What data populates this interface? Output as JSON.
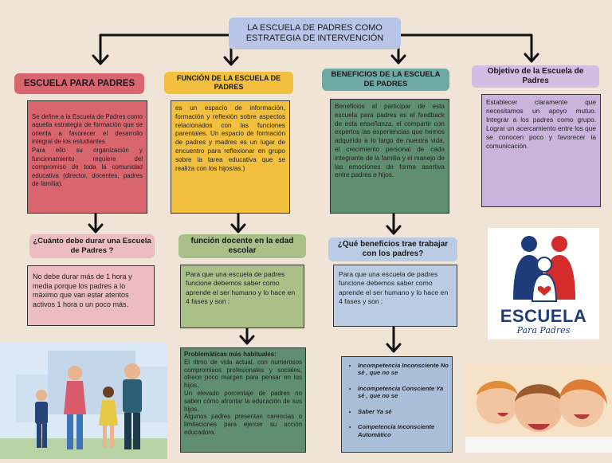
{
  "title": "LA ESCUELA DE PADRES COMO ESTRATEGIA DE INTERVENCIÓN",
  "columns": [
    {
      "header": "ESCUELA PARA PADRES",
      "body": "Se define a la Escuela de Padres como aquella estrategia de formación que se orienta a favorecer el desarrollo integral de los estudiantes.\nPara ello su organización y funcionamiento requiere del compromiso de toda la comunidad educativa (director, docentes, padres de familia).",
      "question": "¿Cuánto debe durar una Escuela de Padres ?",
      "answer": "No debe durar más de 1 hora y media porque los padres a lo máximo que van estar atentos activos 1 hora o un poco más."
    },
    {
      "header": "FUNCIÓN DE LA ESCUELA DE PADRES",
      "body": "es un espacio de información, formación y reflexión sobre aspectos relacionados con las funciones parentales. Un espacio de formación de padres y madres es un lugar de encuentro para reflexionar en grupo sobre la tarea educativa que se realiza con los hijos/as.)",
      "question": "función docente en la edad escolar",
      "answer": "Para que una escuela de padres funcione debemos saber como aprende el ser humano y lo hace en 4 fases y son :",
      "detail_title": "Problemáticas más habituales:",
      "detail": "El ritmo de vida actual, con numerosos compromisos profesionales y sociales, ofrece poco margen para pensar en los hijos.\nUn elevado porcentaje de padres no saben cómo afrontar la educación de sus hijos.\nAlgunos padres presentan carencias o limitaciones para ejercer su acción educadora."
    },
    {
      "header": "BENEFICIOS DE LA ESCUELA DE PADRES",
      "body": "Beneficios al participar de esta escuela para padres es el feedback de esta enseñanza, el compartir con expertos las experiencias que hemos adquirido a lo largo de nuestra vida, el crecimiento personal de cada integrante de la familia y el manejo de las emociones de forma asertiva entre padres e hijos.",
      "question": "¿Qué beneficios trae trabajar con los padres?",
      "answer": "Para que una escuela de padres funcione debemos saber como aprende el ser humano y lo hace en 4 fases y son :",
      "phases": [
        "Incompetencia Inconsciente No sé , que no se",
        "Incompetencia Consciente Ya sé , que no se",
        "Saber Ya sé",
        "Competencia Inconsciente Automático"
      ]
    },
    {
      "header": "Objetivo de la Escuela de Padres",
      "body": "Establecer claramente que necesitamos un apoyo mutuo. Integrar a los padres como grupo. Lograr un acercamiento entre los que se conocen poco y favorecer la comunicación."
    }
  ],
  "logo": {
    "title": "ESCUELA",
    "subtitle": "Para Padres"
  },
  "colors": {
    "background": "#efe4d6",
    "title_box": "#b9c5e6",
    "red_pill": "#d9656f",
    "yellow_pill": "#f2bf3f",
    "teal_pill": "#6fa9a5",
    "lavender_pill": "#d2bde3",
    "pink_card": "#d9656f",
    "yellow_card": "#f2bf3f",
    "green_card": "#5f8f6e",
    "purple_card": "#c9b4dc",
    "pink_q": "#ecbcc1",
    "green_q": "#a9c089",
    "blue_q": "#b9cce3",
    "blue_card": "#a9bfd9"
  }
}
